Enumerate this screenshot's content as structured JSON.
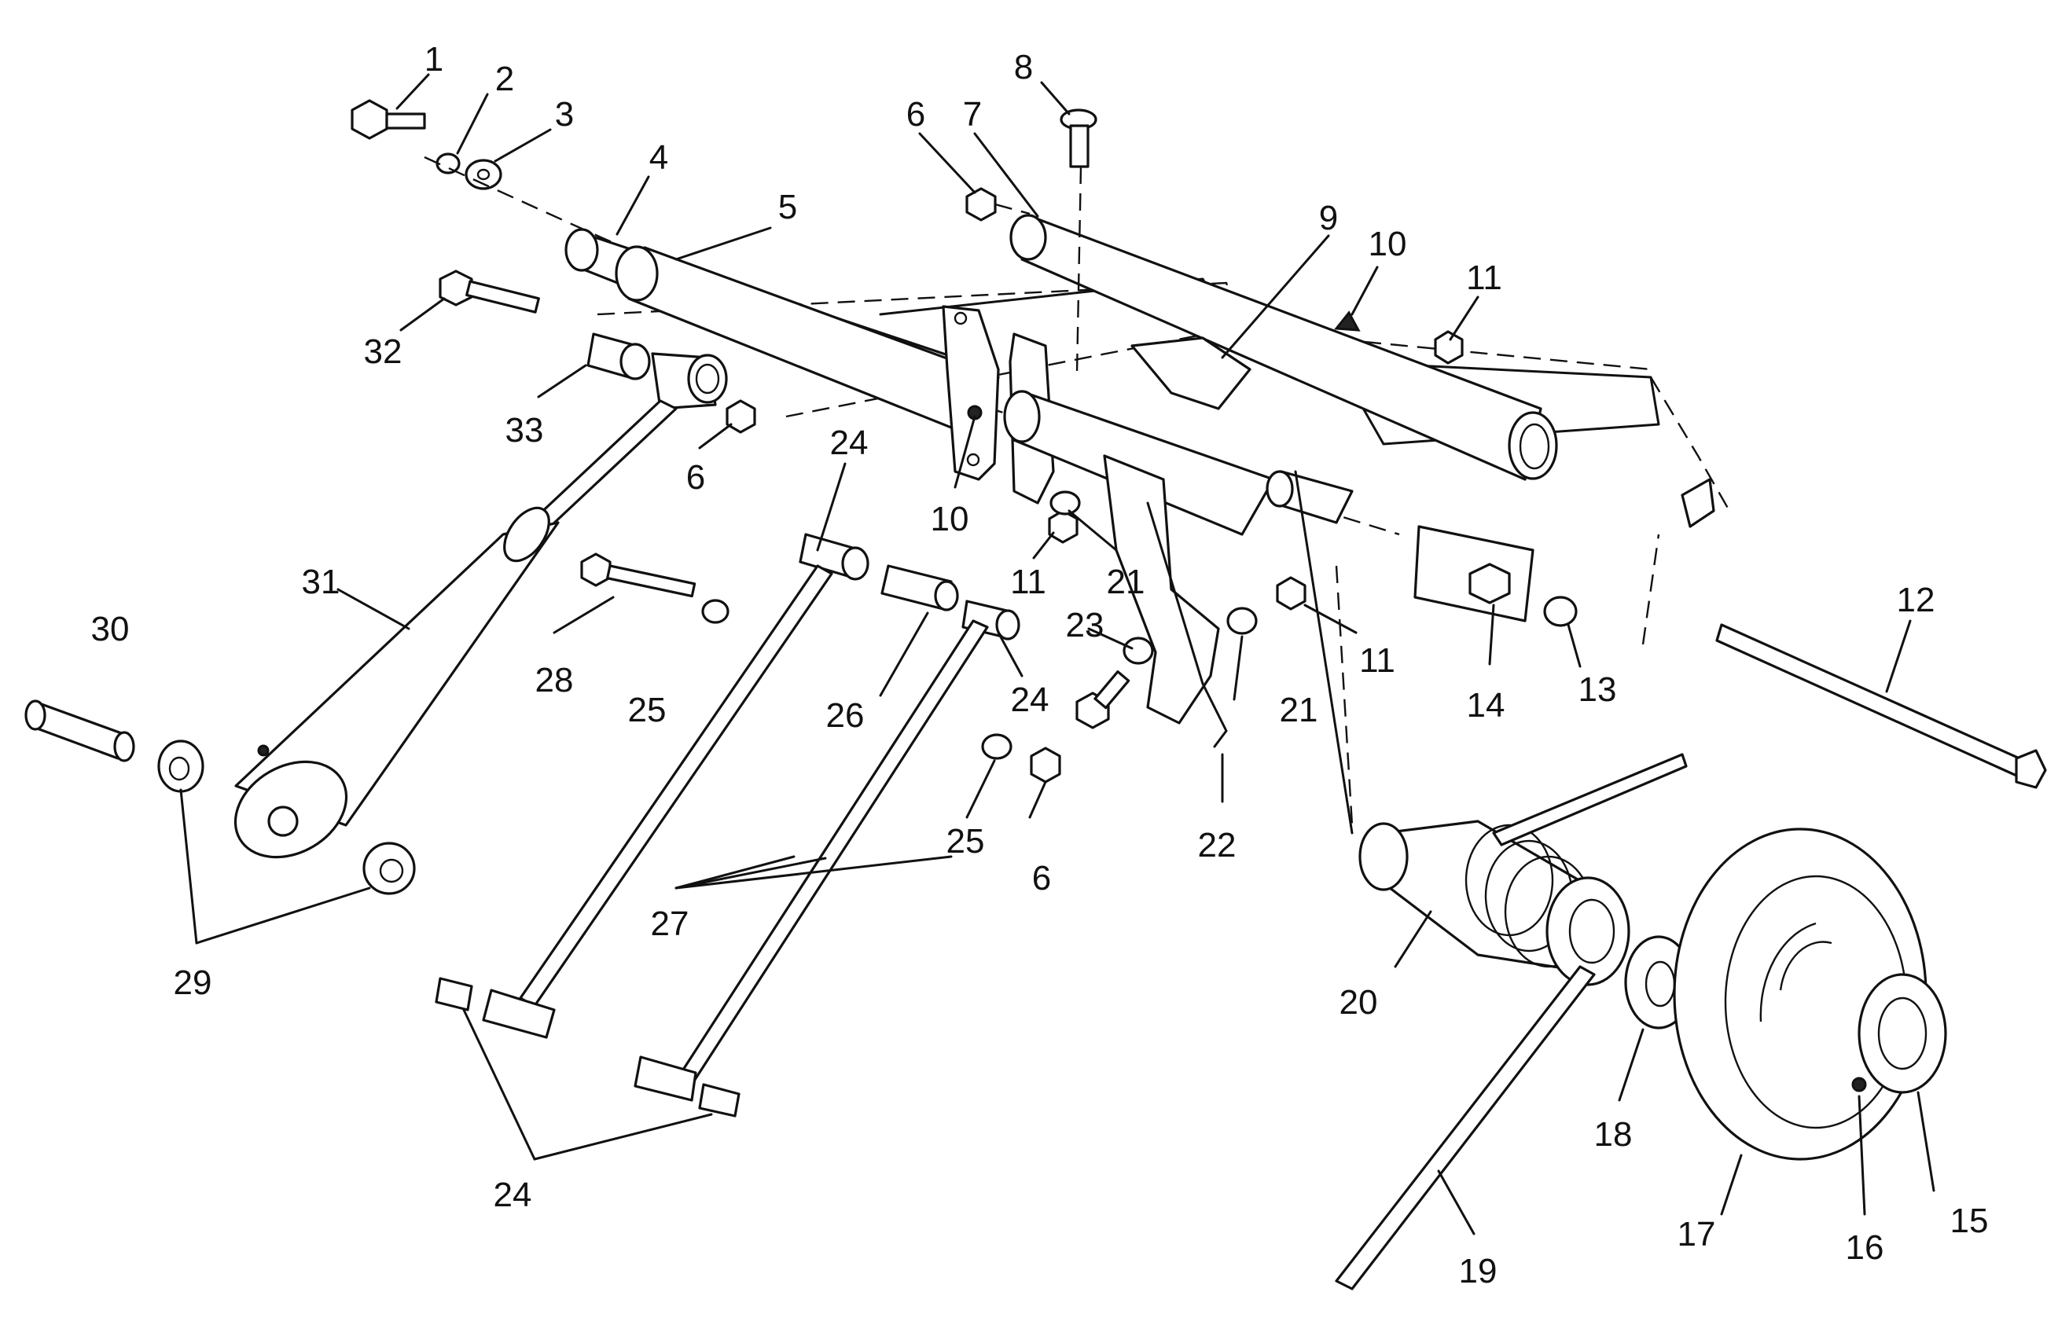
{
  "labels": [
    {
      "text": "1"
    },
    {
      "text": "2"
    },
    {
      "text": "3"
    },
    {
      "text": "4"
    },
    {
      "text": "5"
    },
    {
      "text": "6"
    },
    {
      "text": "7"
    },
    {
      "text": "8"
    },
    {
      "text": "9"
    },
    {
      "text": "10"
    },
    {
      "text": "11"
    },
    {
      "text": "32"
    },
    {
      "text": "33"
    },
    {
      "text": "6"
    },
    {
      "text": "24"
    },
    {
      "text": "10"
    },
    {
      "text": "11"
    },
    {
      "text": "21"
    },
    {
      "text": "31"
    },
    {
      "text": "28"
    },
    {
      "text": "25"
    },
    {
      "text": "26"
    },
    {
      "text": "24"
    },
    {
      "text": "23"
    },
    {
      "text": "21"
    },
    {
      "text": "11"
    },
    {
      "text": "14"
    },
    {
      "text": "13"
    },
    {
      "text": "12"
    },
    {
      "text": "30"
    },
    {
      "text": "25"
    },
    {
      "text": "6"
    },
    {
      "text": "22"
    },
    {
      "text": "27"
    },
    {
      "text": "29"
    },
    {
      "text": "20"
    },
    {
      "text": "18"
    },
    {
      "text": "17"
    },
    {
      "text": "16"
    },
    {
      "text": "15"
    },
    {
      "text": "19"
    },
    {
      "text": "24"
    }
  ]
}
